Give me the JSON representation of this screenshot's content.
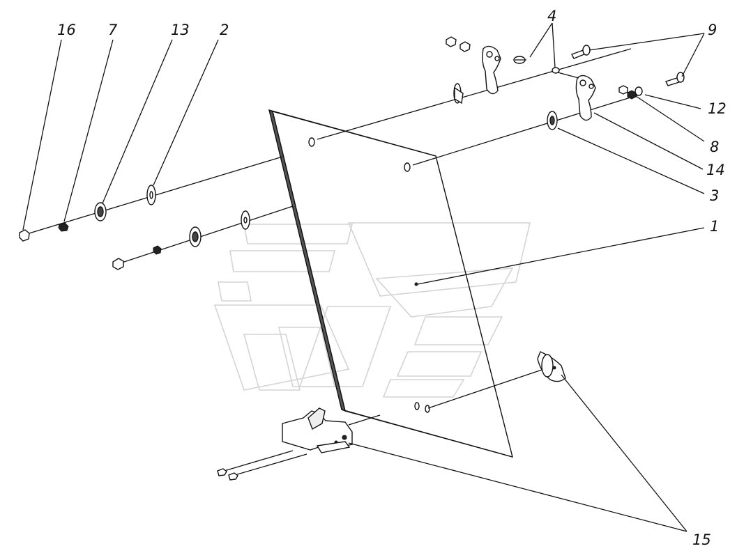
{
  "callouts": {
    "c16": "16",
    "c7": "7",
    "c13": "13",
    "c2": "2",
    "c4": "4",
    "c9": "9",
    "c12": "12",
    "c8": "8",
    "c14": "14",
    "c3": "3",
    "c1": "1",
    "c15": "15"
  },
  "colors": {
    "line": "#111111",
    "watermark": "#d4d4d4",
    "background": "#ffffff"
  }
}
